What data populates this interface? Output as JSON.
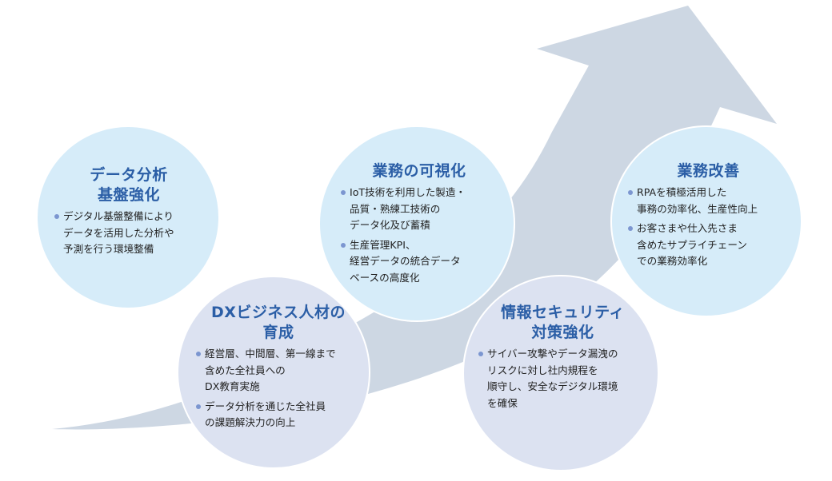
{
  "colors": {
    "arrow": "#cdd7e3",
    "circle_light": "#d6ecf9",
    "circle_lavender": "#dce2f1",
    "title": "#2b5ea6",
    "bullet_dot": "#7c96d0",
    "text": "#222222"
  },
  "items": [
    {
      "id": "data-analysis-foundation",
      "title": [
        "データ分析",
        "基盤強化"
      ],
      "bullets": [
        [
          "デジタル基盤整備により",
          "データを活用した分析や",
          "予測を行う環境整備"
        ]
      ]
    },
    {
      "id": "business-visualization",
      "title": [
        "業務の可視化"
      ],
      "bullets": [
        [
          "IoT技術を利用した製造・",
          "品質・熟練工技術の",
          "データ化及び蓄積"
        ],
        [
          "生産管理KPI、",
          "経営データの統合データ",
          "ベースの高度化"
        ]
      ]
    },
    {
      "id": "business-improvement",
      "title": [
        "業務改善"
      ],
      "bullets": [
        [
          "RPAを積極活用した",
          "事務の効率化、生産性向上"
        ],
        [
          "お客さまや仕入先さま",
          "含めたサプライチェーン",
          "での業務効率化"
        ]
      ]
    },
    {
      "id": "dx-talent-development",
      "title": [
        "DXビジネス人材の",
        "育成"
      ],
      "bullets": [
        [
          "経営層、中間層、第一線まで",
          "含めた全社員への",
          "DX教育実施"
        ],
        [
          "データ分析を通じた全社員",
          "の課題解決力の向上"
        ]
      ]
    },
    {
      "id": "information-security",
      "title": [
        "情報セキュリティ",
        "対策強化"
      ],
      "bullets": [
        [
          "サイバー攻撃やデータ漏洩の",
          "リスクに対し社内規程を",
          "順守し、安全なデジタル環境",
          "を確保"
        ]
      ]
    }
  ]
}
